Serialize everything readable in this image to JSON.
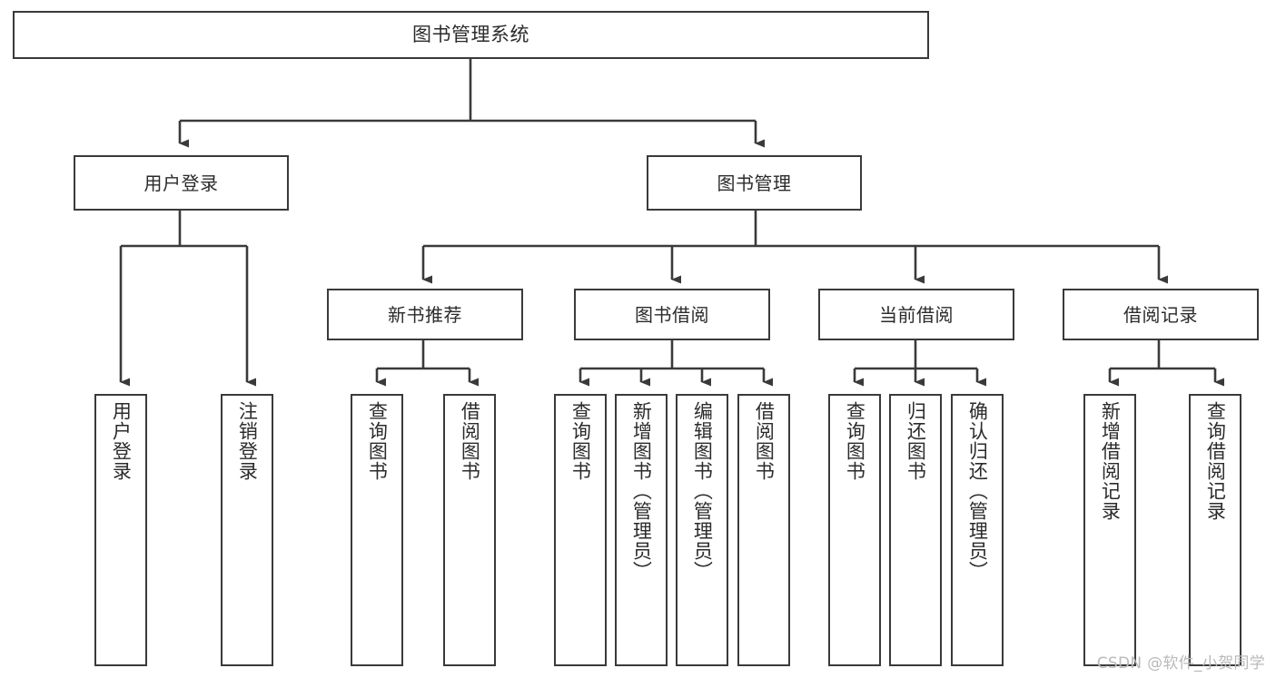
{
  "diagram": {
    "title": "图书管理系统",
    "watermark": "CSDN @软件_小贺同学",
    "accent_color": "#3a3a3a",
    "background_color": "#ffffff",
    "text_color": "#2b2b2b",
    "type": "tree-hierarchy-diagram"
  },
  "root": {
    "label": "图书管理系统"
  },
  "level2": [
    {
      "label": "用户登录"
    },
    {
      "label": "图书管理"
    }
  ],
  "level3": [
    {
      "label": "新书推荐"
    },
    {
      "label": "图书借阅"
    },
    {
      "label": "当前借阅"
    },
    {
      "label": "借阅记录"
    }
  ],
  "leaves": {
    "user_login": [
      {
        "label": "用户登录"
      },
      {
        "label": "注销登录"
      }
    ],
    "new_book_recommend": [
      {
        "label": "查询图书"
      },
      {
        "label": "借阅图书"
      }
    ],
    "book_borrow": [
      {
        "label": "查询图书"
      },
      {
        "label": "新增图书（管理员）"
      },
      {
        "label": "编辑图书（管理员）"
      },
      {
        "label": "借阅图书"
      }
    ],
    "current_borrow": [
      {
        "label": "查询图书"
      },
      {
        "label": "归还图书"
      },
      {
        "label": "确认归还（管理员）"
      }
    ],
    "borrow_record": [
      {
        "label": "新增借阅记录"
      },
      {
        "label": "查询借阅记录"
      }
    ]
  }
}
